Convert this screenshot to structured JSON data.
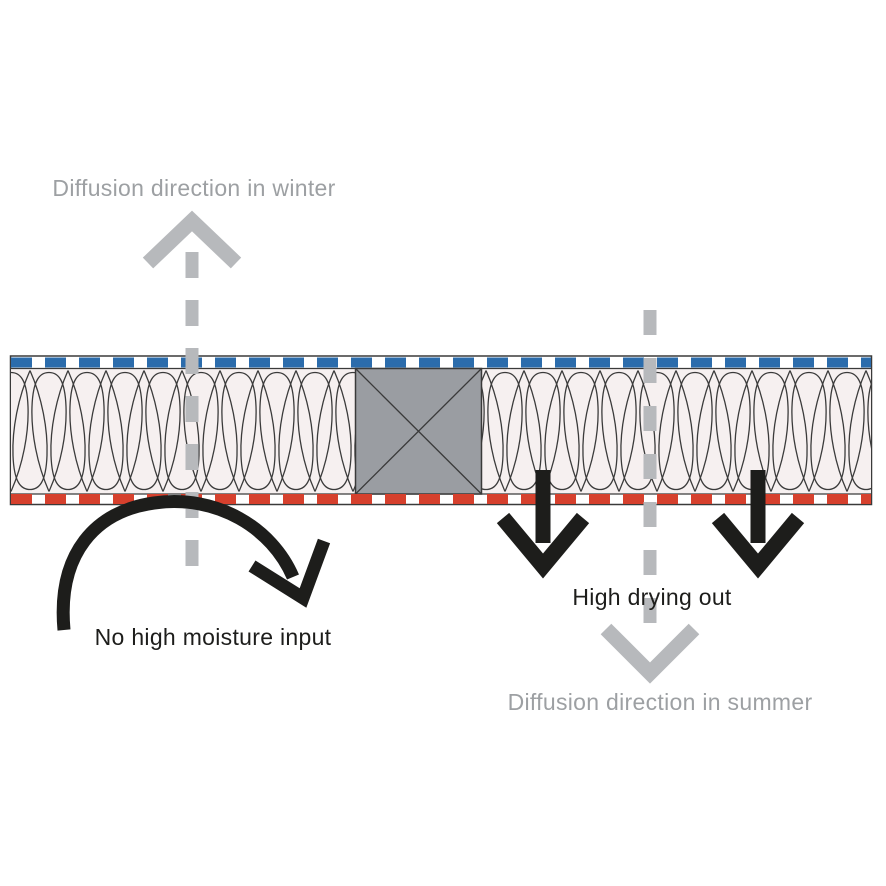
{
  "diagram": {
    "labels": {
      "winter_direction": "Diffusion direction in winter",
      "summer_direction": "Diffusion direction in summer",
      "no_moisture_input": "No high moisture input",
      "high_drying_out": "High drying out"
    },
    "colors": {
      "membrane_top_blue": "#2b6cac",
      "membrane_bottom_red": "#d6402d",
      "beam_gray": "#9a9da2",
      "insulation_fill": "#f6f0f0",
      "outline_dark": "#3a3a3a",
      "arrow_gray": "#b7b9bc",
      "label_gray": "#9da0a3",
      "arrow_black": "#1d1d1b"
    },
    "arrows": {
      "winter": {
        "direction": "up",
        "style": "dashed"
      },
      "summer": {
        "direction": "down",
        "style": "dashed"
      },
      "drying": {
        "direction": "down",
        "count": 2
      },
      "moisture": {
        "type": "curved-arc",
        "direction": "down-right"
      }
    }
  }
}
